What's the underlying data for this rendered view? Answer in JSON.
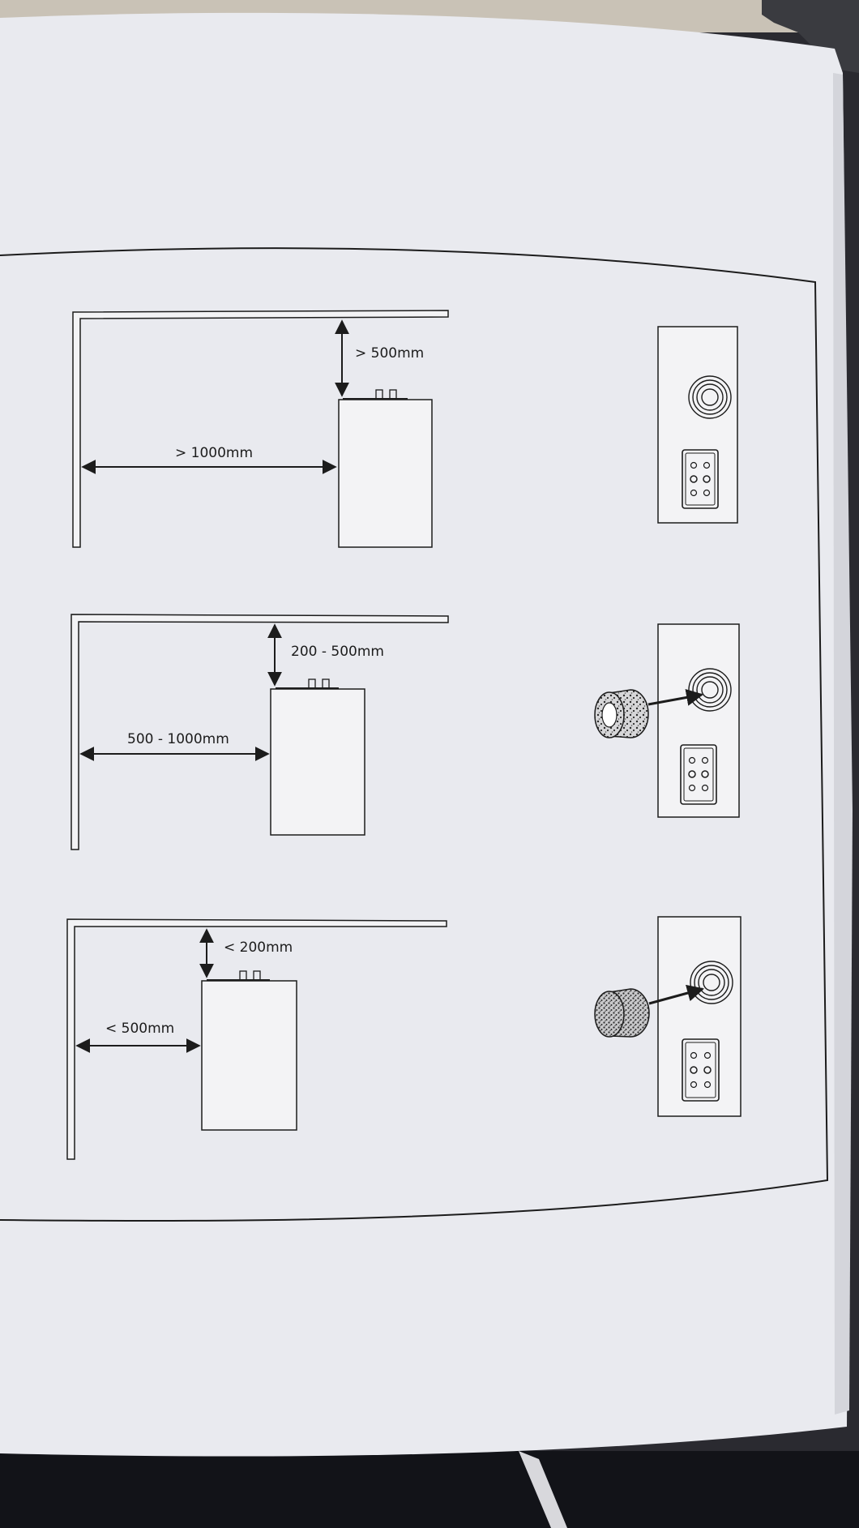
{
  "placement_diagrams": [
    {
      "distance_to_wall": "> 1000mm",
      "distance_to_shelf": "> 500mm",
      "port_plug": "none"
    },
    {
      "distance_to_wall": "500 - 1000mm",
      "distance_to_shelf": "200 - 500mm",
      "port_plug": "open foam plug"
    },
    {
      "distance_to_wall": "< 500mm",
      "distance_to_shelf": "< 200mm",
      "port_plug": "solid foam plug"
    }
  ],
  "colors": {
    "paper": "#e9eaef",
    "line": "#1c1c1c",
    "background": "#2a2a30",
    "desk": "#c9c2b6"
  }
}
